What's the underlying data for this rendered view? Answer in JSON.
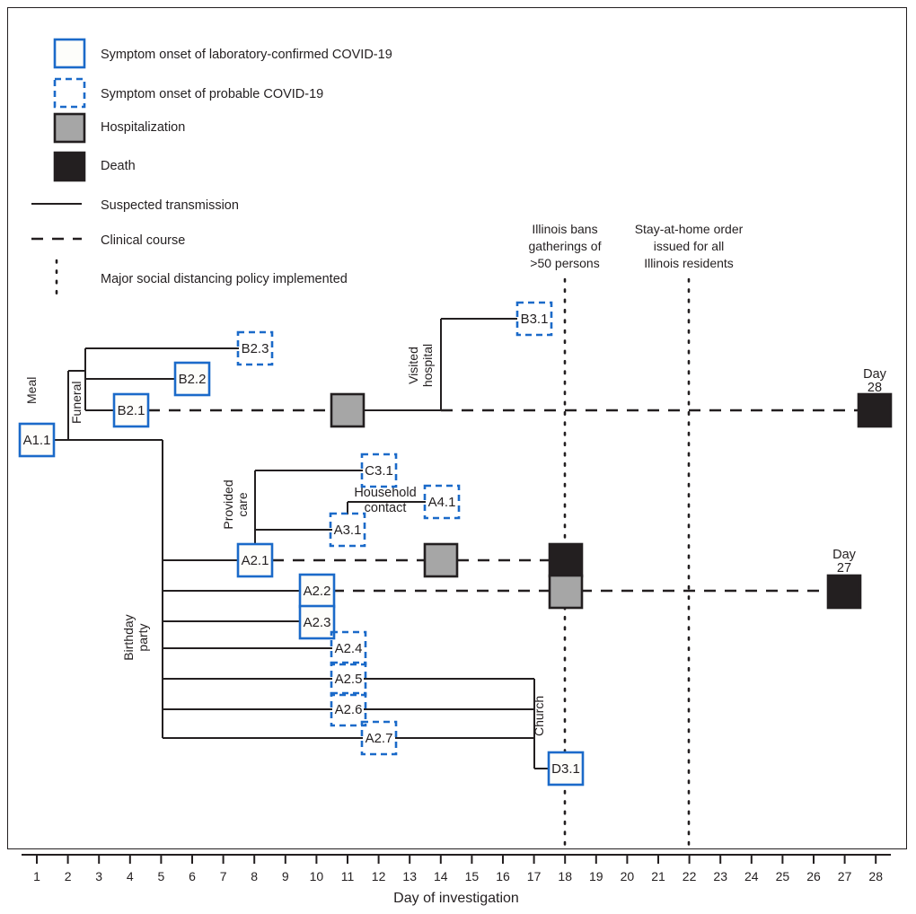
{
  "figure": {
    "title_visible": false,
    "axis": {
      "title": "Day of investigation",
      "ticks": [
        "1",
        "2",
        "3",
        "4",
        "5",
        "6",
        "7",
        "8",
        "9",
        "10",
        "11",
        "12",
        "13",
        "14",
        "15",
        "16",
        "17",
        "18",
        "19",
        "20",
        "21",
        "22",
        "23",
        "24",
        "25",
        "26",
        "27",
        "28"
      ],
      "day_min": 1,
      "day_max": 28
    },
    "colors": {
      "confirmed_outline": "#1b6ac9",
      "probable_outline": "#1b6ac9",
      "hospitalization_fill": "#a6a6a6",
      "death_fill": "#231f20",
      "line": "#231f20",
      "background": "#ffffff"
    }
  },
  "legend": {
    "items": [
      {
        "key": "confirmed",
        "symbol": "solid-blue-square",
        "label": "Symptom onset of laboratory-confirmed COVID-19"
      },
      {
        "key": "probable",
        "symbol": "dashed-blue-square",
        "label": "Symptom onset of probable COVID-19"
      },
      {
        "key": "hospitalization",
        "symbol": "gray-square",
        "label": "Hospitalization"
      },
      {
        "key": "death",
        "symbol": "black-square",
        "label": "Death"
      },
      {
        "key": "transmission",
        "symbol": "solid-line",
        "label": "Suspected transmission"
      },
      {
        "key": "clinical",
        "symbol": "dashed-line",
        "label": "Clinical course"
      },
      {
        "key": "policy",
        "symbol": "dotted-line",
        "label": "Major social distancing policy implemented"
      }
    ]
  },
  "policies": [
    {
      "id": "ban-50",
      "day": 18,
      "lines": [
        "Illinois bans",
        "gatherings of",
        ">50 persons"
      ]
    },
    {
      "id": "stay-home",
      "day": 22,
      "lines": [
        "Stay-at-home order",
        "issued for all",
        "Illinois residents"
      ]
    }
  ],
  "cases": [
    {
      "id": "A1.1",
      "label": "A1.1",
      "day": 1,
      "type": "confirmed"
    },
    {
      "id": "B2.1",
      "label": "B2.1",
      "day": 4,
      "type": "confirmed"
    },
    {
      "id": "B2.2",
      "label": "B2.2",
      "day": 6,
      "type": "confirmed"
    },
    {
      "id": "B2.3",
      "label": "B2.3",
      "day": 8,
      "type": "probable"
    },
    {
      "id": "B3.1",
      "label": "B3.1",
      "day": 17,
      "type": "probable"
    },
    {
      "id": "A2.1",
      "label": "A2.1",
      "day": 8,
      "type": "confirmed"
    },
    {
      "id": "A2.2",
      "label": "A2.2",
      "day": 10,
      "type": "confirmed"
    },
    {
      "id": "A2.3",
      "label": "A2.3",
      "day": 10,
      "type": "confirmed"
    },
    {
      "id": "A2.4",
      "label": "A2.4",
      "day": 11,
      "type": "probable"
    },
    {
      "id": "A2.5",
      "label": "A2.5",
      "day": 11,
      "type": "probable"
    },
    {
      "id": "A2.6",
      "label": "A2.6",
      "day": 11,
      "type": "probable"
    },
    {
      "id": "A2.7",
      "label": "A2.7",
      "day": 12,
      "type": "probable"
    },
    {
      "id": "A3.1",
      "label": "A3.1",
      "day": 11,
      "type": "probable"
    },
    {
      "id": "C3.1",
      "label": "C3.1",
      "day": 12,
      "type": "probable"
    },
    {
      "id": "A4.1",
      "label": "A4.1",
      "day": 14,
      "type": "probable"
    },
    {
      "id": "D3.1",
      "label": "D3.1",
      "day": 18,
      "type": "confirmed"
    }
  ],
  "events": [
    {
      "id": "hosp-B2.1",
      "case": "B2.1",
      "type": "hospitalization",
      "day": 11
    },
    {
      "id": "death-B2.1",
      "case": "B2.1",
      "type": "death",
      "day": 28,
      "day_label": [
        "Day",
        "28"
      ]
    },
    {
      "id": "hosp-A2.1",
      "case": "A2.1",
      "type": "hospitalization",
      "day": 14
    },
    {
      "id": "death-A2.1",
      "case": "A2.1",
      "type": "death",
      "day": 18
    },
    {
      "id": "hosp-A2.2",
      "case": "A2.2",
      "type": "hospitalization",
      "day": 18
    },
    {
      "id": "death-A2.2",
      "case": "A2.2",
      "type": "death",
      "day": 27,
      "day_label": [
        "Day",
        "27"
      ]
    }
  ],
  "transmission_labels": [
    {
      "id": "meal",
      "text": "Meal",
      "orientation": "vertical"
    },
    {
      "id": "funeral",
      "text": "Funeral",
      "orientation": "vertical"
    },
    {
      "id": "birthday-party",
      "text": [
        "Birthday",
        "party"
      ],
      "orientation": "vertical"
    },
    {
      "id": "visited-hospital",
      "text": [
        "Visited",
        "hospital"
      ],
      "orientation": "vertical"
    },
    {
      "id": "provided-care",
      "text": [
        "Provided",
        "care"
      ],
      "orientation": "vertical"
    },
    {
      "id": "household-contact",
      "text": [
        "Household",
        "contact"
      ],
      "orientation": "horizontal"
    },
    {
      "id": "church",
      "text": "Church",
      "orientation": "vertical"
    }
  ]
}
